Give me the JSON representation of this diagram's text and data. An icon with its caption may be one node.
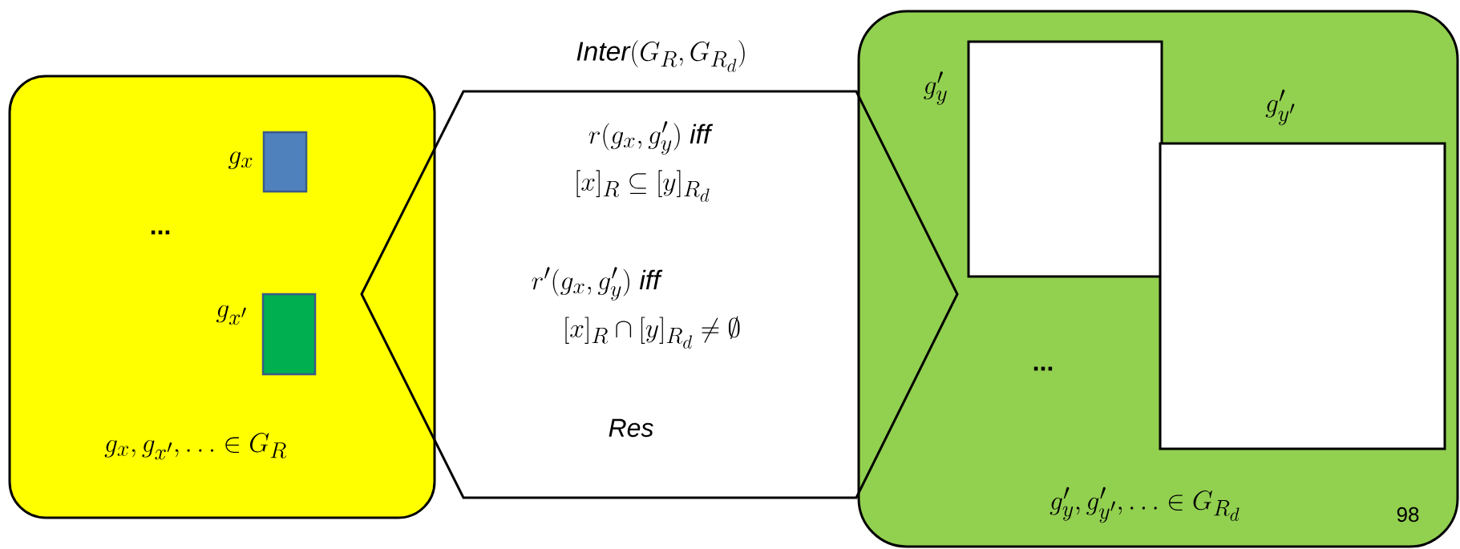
{
  "diagram": {
    "nodes": [
      {
        "text": [
          "...",
          "g_x, g_{x'}, \\dots \\in G_R"
        ]
      },
      {
        "text": [],
        "shape": "box",
        "in": 0,
        "beside": [
          "g_x"
        ]
      },
      {
        "text": [],
        "shape": "box",
        "in": 0,
        "beside": [
          "g_{x'}"
        ]
      },
      {
        "text": [
          "\\mathit{Inter}(G_R, G_{R_d})",
          "r(g_x, g'_y)\\ \\textit{iff}",
          "[x]_R \\subseteq [y]_{R_d}",
          "r'(g_x, g'_y)\\ \\textit{iff}",
          "[x]_R \\cap [y]_{R_d} \\neq \\emptyset",
          "Res"
        ]
      },
      {
        "text": [
          "...",
          "g'_y, g'_{y'}, \\dots \\in G_{R_d}"
        ]
      },
      {
        "text": [],
        "shape": "box",
        "in": 4
      },
      {
        "text": [],
        "shape": "box",
        "in": 4,
        "beside": [
          "g'_{y'}"
        ]
      }
    ],
    "labels": [
      "g'_y",
      "98"
    ]
  }
}
